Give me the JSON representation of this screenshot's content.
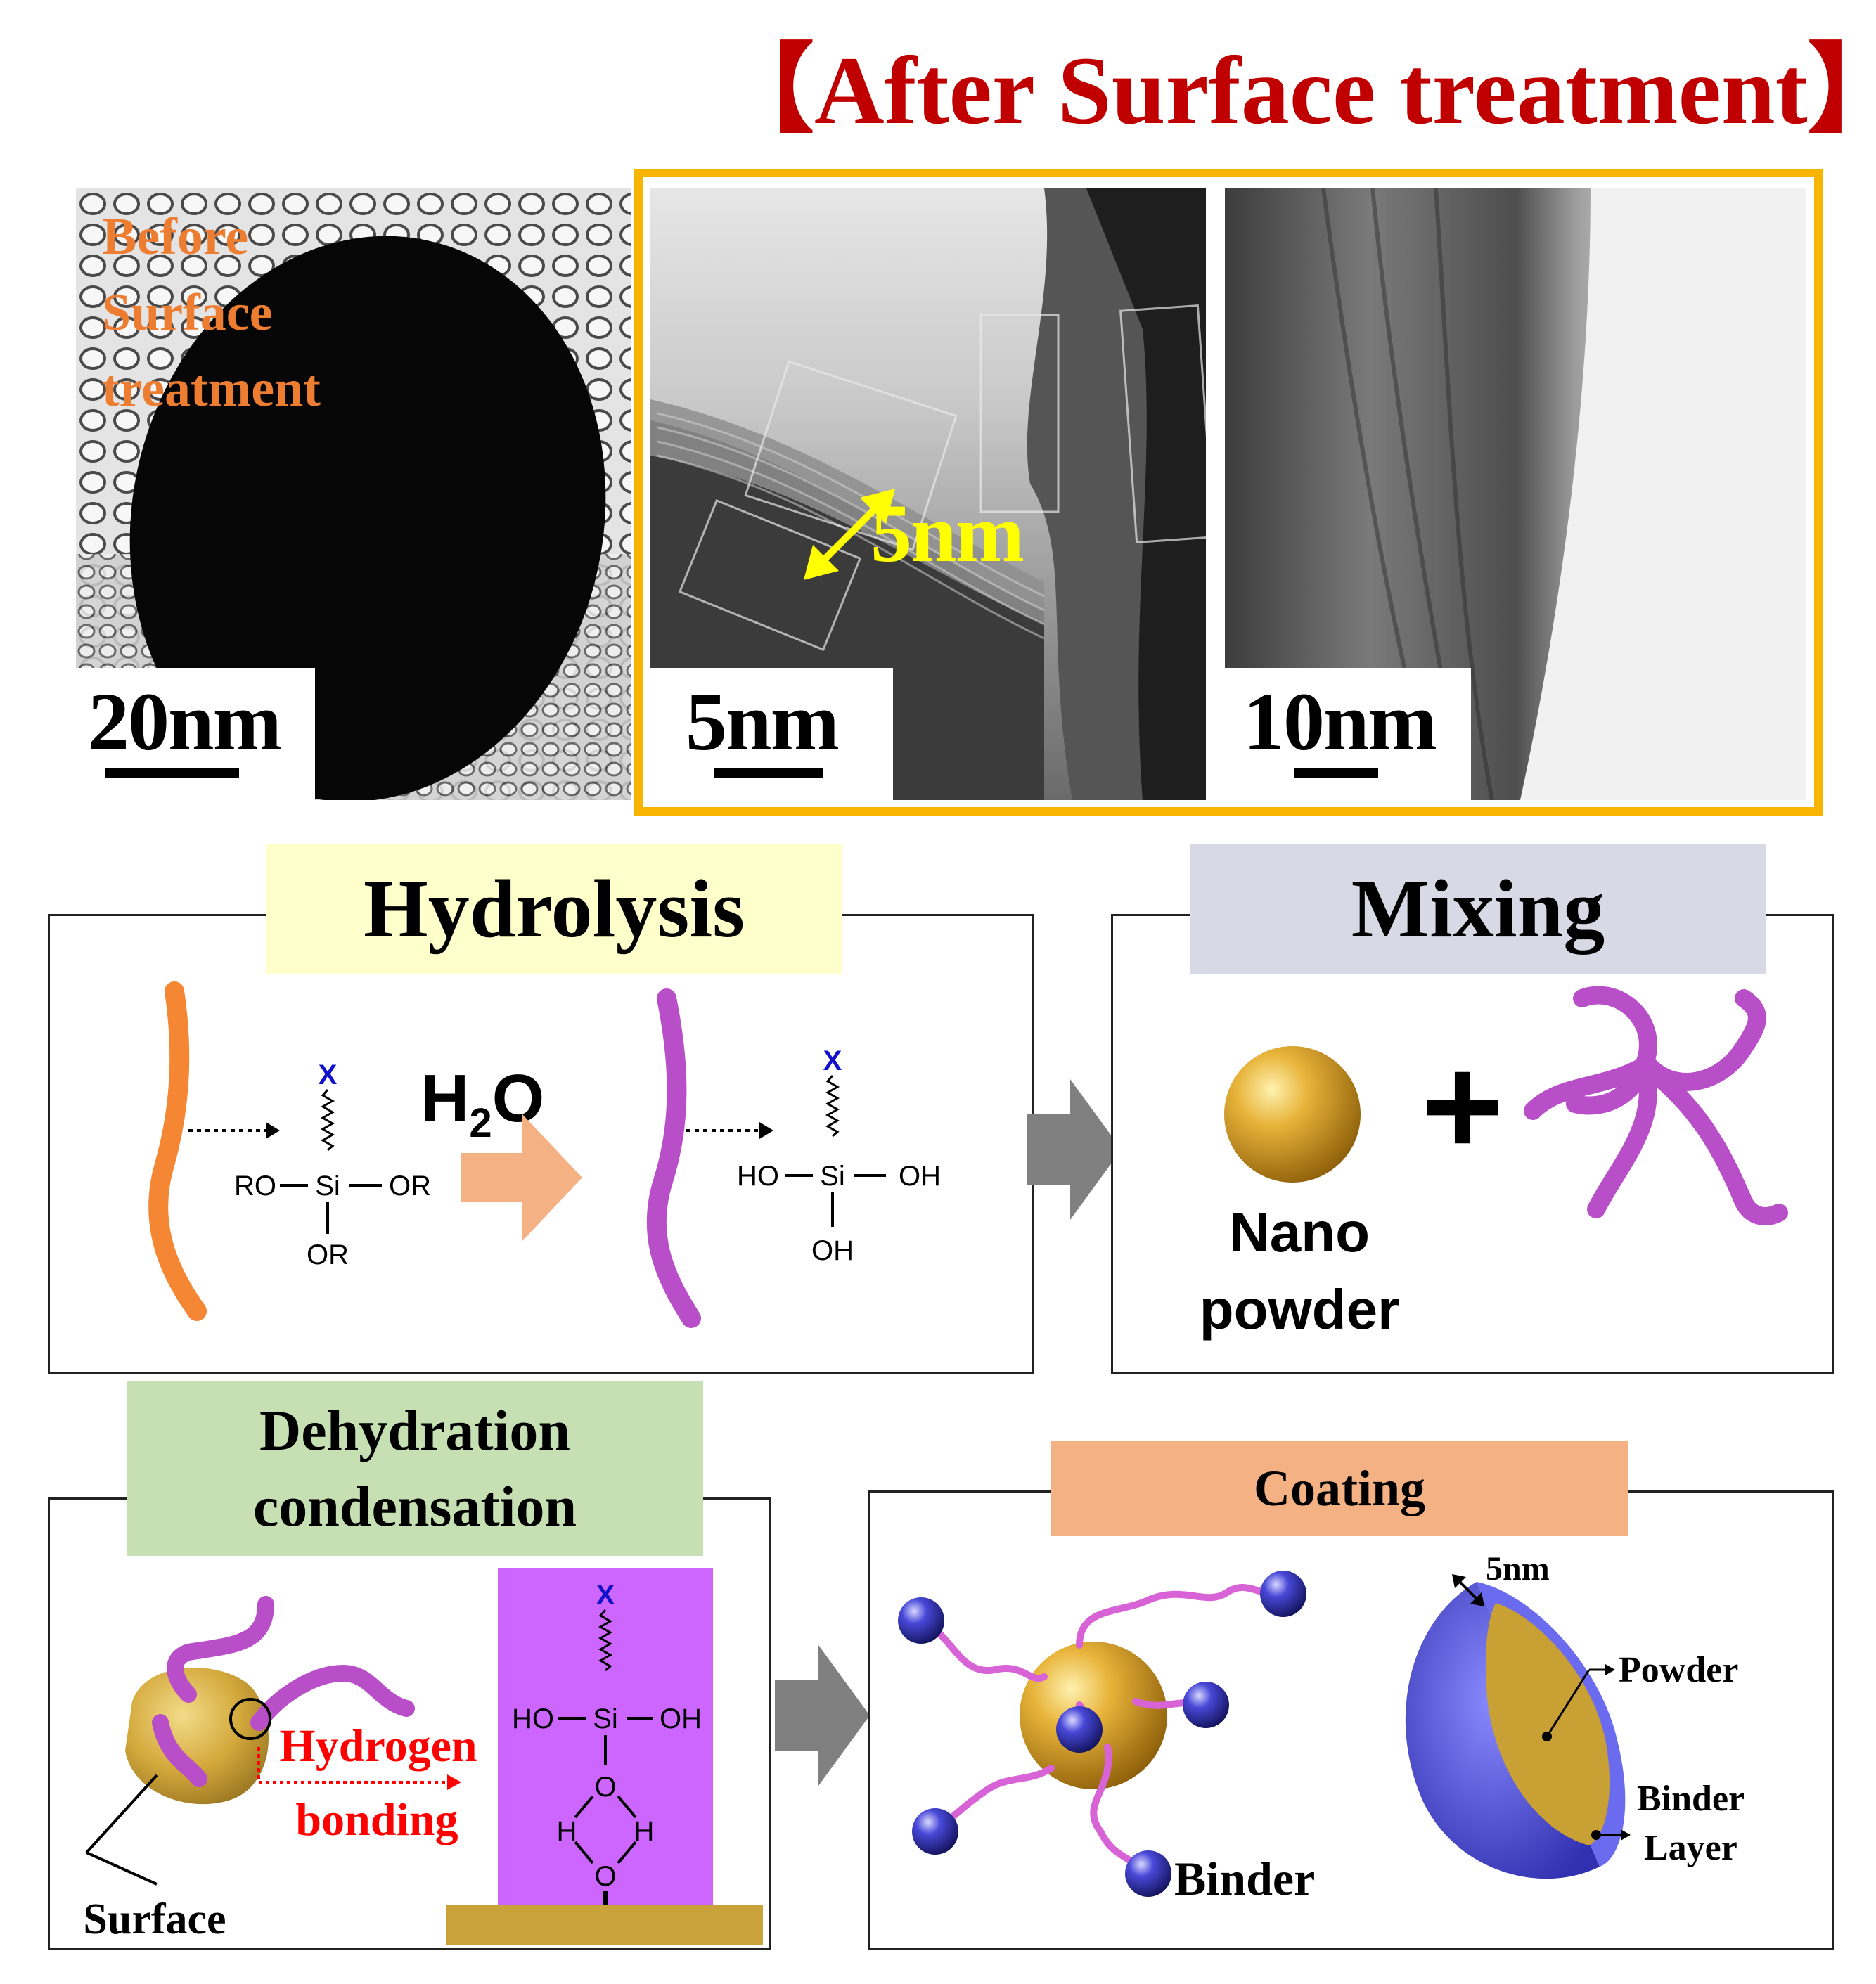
{
  "header": {
    "after_title": "【After Surface treatment】"
  },
  "tem": {
    "before_label": [
      "Before",
      "Surface",
      "treatment"
    ],
    "scale_left": "20nm",
    "scale_middle": "5nm",
    "scale_right": "10nm",
    "thickness_label": "5nm"
  },
  "hydrolysis": {
    "title": "Hydrolysis",
    "water": "H",
    "water_sub": "2",
    "water_tail": "O",
    "silane_before": {
      "x": "X",
      "left": "RO",
      "si": "Si",
      "right": "OR",
      "bottom": "OR"
    },
    "silane_after": {
      "x": "X",
      "left": "HO",
      "si": "Si",
      "right": "OH",
      "bottom": "OH"
    }
  },
  "mixing": {
    "title": "Mixing",
    "plus": "+",
    "powder_label": [
      "Nano",
      "powder"
    ]
  },
  "dehydration": {
    "title": [
      "Dehydration",
      "condensation"
    ],
    "hbond_label": [
      "Hydrogen",
      "bonding"
    ],
    "surface_label": "Surface",
    "structure": {
      "x": "X",
      "left": "HO",
      "si": "Si",
      "right": "OH",
      "o": "O",
      "h": "H"
    }
  },
  "coating": {
    "title": "Coating",
    "binder_label": "Binder",
    "thickness": "5nm",
    "powder": "Powder",
    "layer": [
      "Binder",
      "Layer"
    ]
  },
  "colors": {
    "title_red": "#c00000",
    "before_orange": "#ed7d31",
    "frame_gold": "#f7b500",
    "hydrolysis_bg": "#ffffcc",
    "mixing_bg": "#d9d9e6",
    "dehydration_bg": "#c6e0b4",
    "coating_bg": "#f4b183",
    "orange_chain": "#f58634",
    "purple_chain": "#b84fc8",
    "gold_sphere": "#e0a820",
    "purple_block": "#cc66ff",
    "blue_shell": "#5050e0",
    "arrow_gray": "#808080",
    "hbond_red": "#ff0000"
  }
}
